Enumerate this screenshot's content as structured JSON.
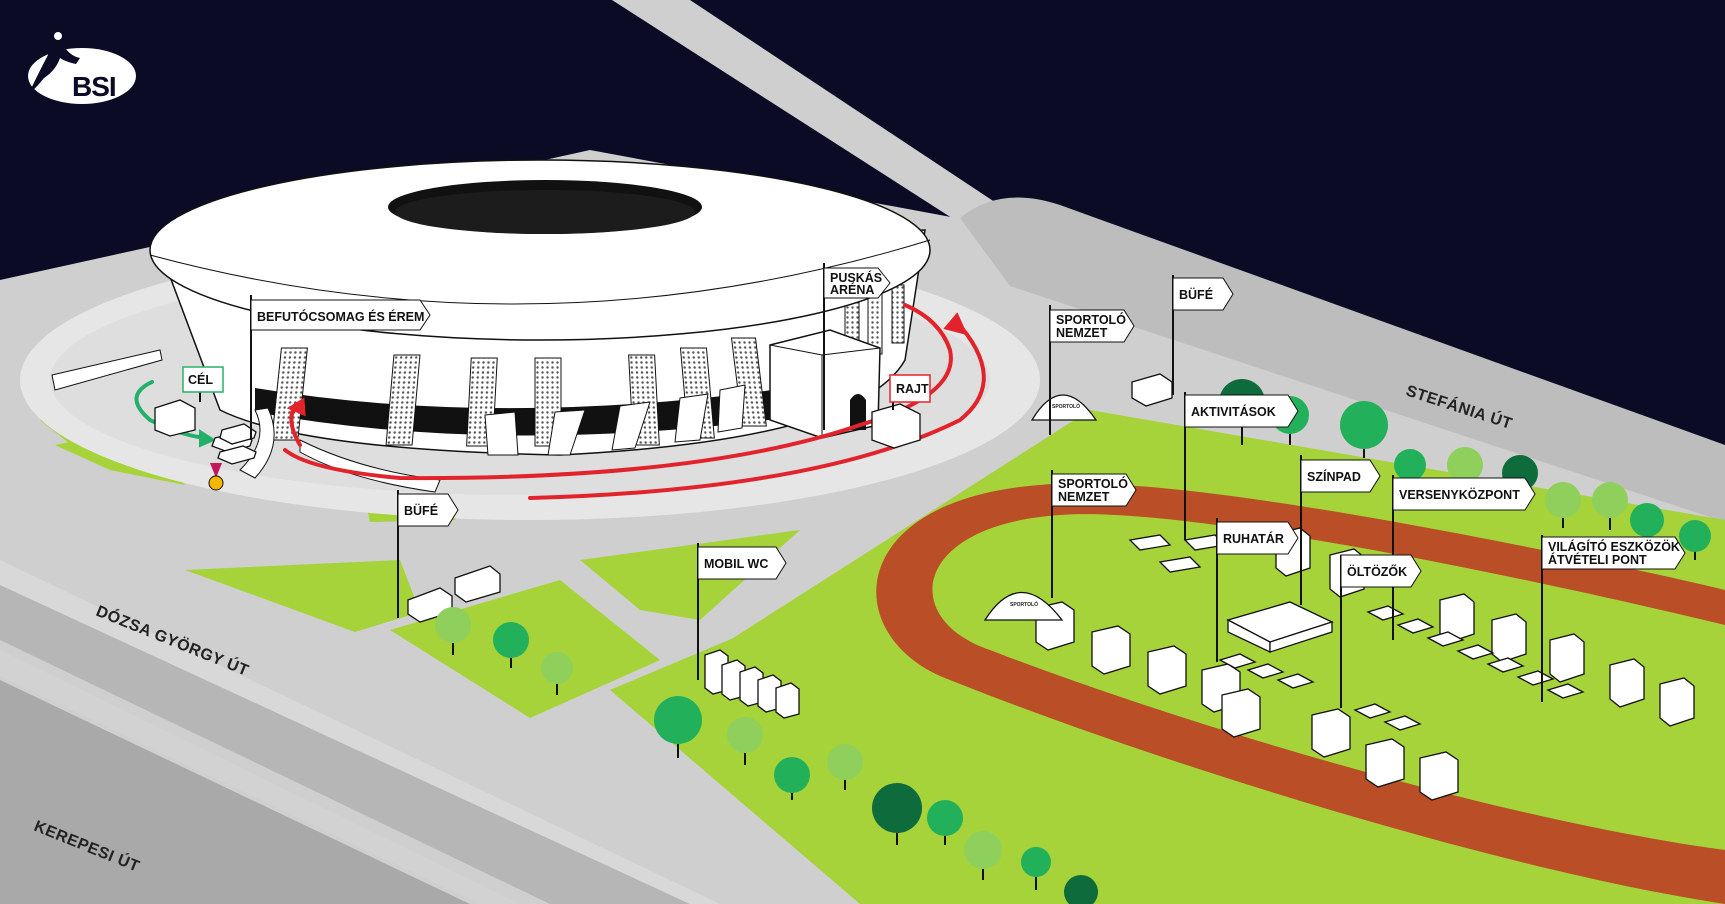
{
  "logo": {
    "text": "BSI"
  },
  "roads": {
    "dozsa": "DÓZSA GYÖRGY ÚT",
    "kerepesi": "KEREPESI ÚT",
    "stefania": "STEFÁNIA ÚT"
  },
  "labels": {
    "befuto": "BEFUTÓCSOMAG ÉS ÉREM",
    "cel": "CÉL",
    "puskas_1": "PUSKÁS",
    "puskas_2": "ARÉNA",
    "rajt": "RAJT",
    "bufe_left": "BÜFÉ",
    "bufe_right": "BÜFÉ",
    "mobil_wc": "MOBIL WC",
    "sportolo_top_1": "SPORTOLÓ",
    "sportolo_top_2": "NEMZET",
    "sportolo_mid_1": "SPORTOLÓ",
    "sportolo_mid_2": "NEMZET",
    "aktivitasok": "AKTIVITÁSOK",
    "szinpad": "SZÍNPAD",
    "versenykozpont": "VERSENYKÖZPONT",
    "ruhatar": "RUHATÁR",
    "oltozok": "ÖLTÖZŐK",
    "vilagito_1": "VILÁGÍTÓ ESZKÖZÖK",
    "vilagito_2": "ÁTVÉTELI PONT"
  },
  "colors": {
    "night": "#0b0b26",
    "pavement": "#cfcfcf",
    "road": "#a9a9a9",
    "grass": "#a6d33a",
    "track": "#b94e27",
    "route": "#e3232c",
    "finish_arrow": "#25b06a",
    "tree_light": "#8fcf5b",
    "tree_mid": "#22b05a",
    "tree_dark": "#0e6b3b"
  }
}
